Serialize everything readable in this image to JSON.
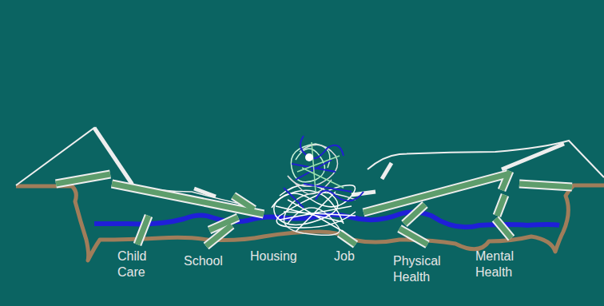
{
  "diagram": {
    "labels": [
      "Child Care",
      "School",
      "Housing",
      "Job",
      "Physical Health",
      "Mental Health"
    ]
  }
}
